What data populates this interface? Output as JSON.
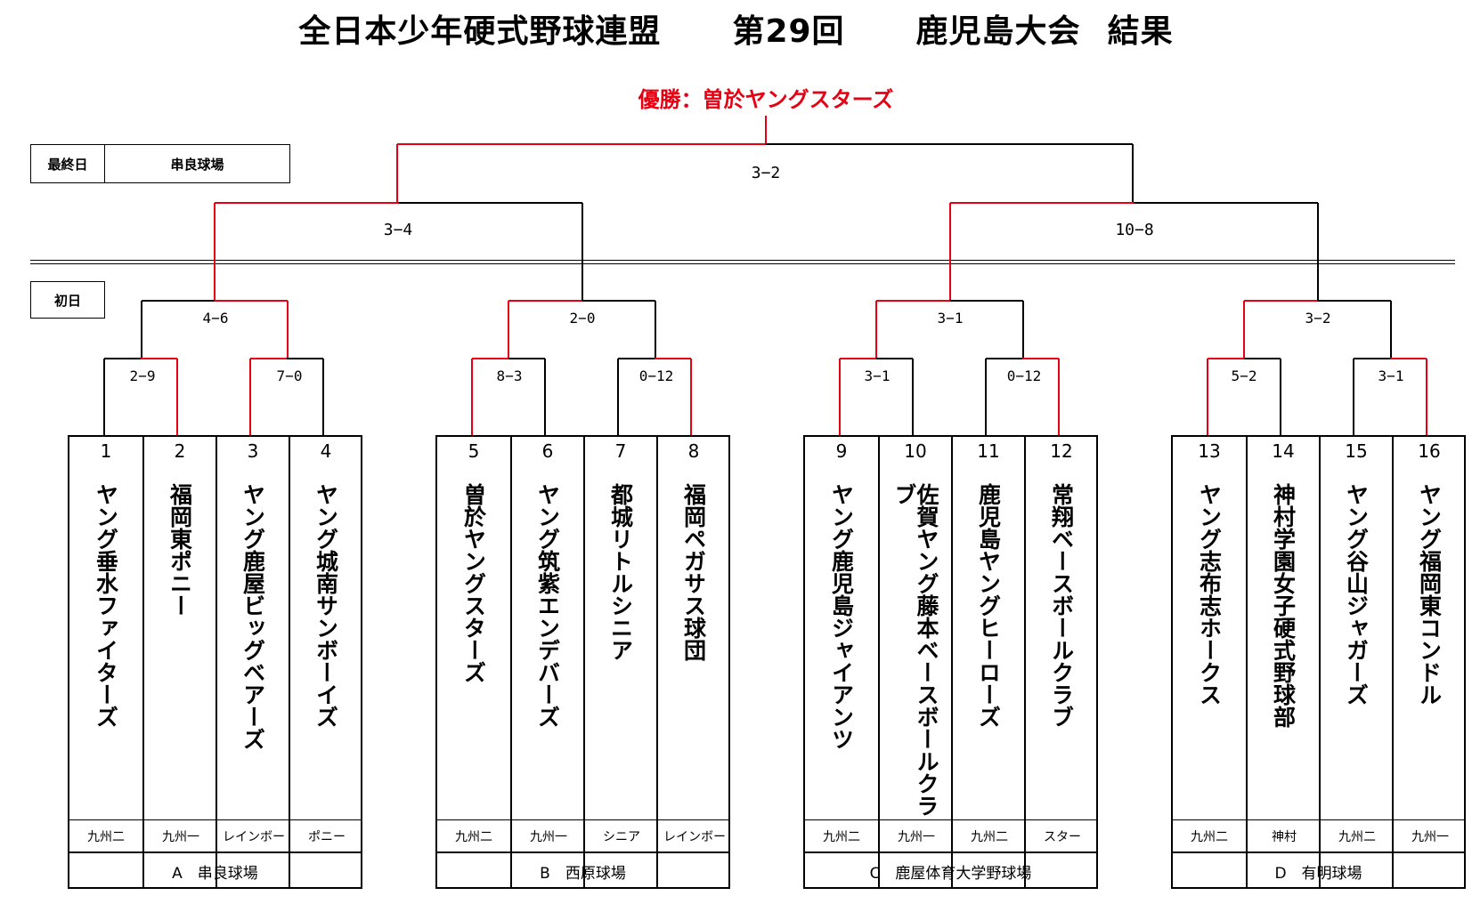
{
  "title": {
    "org": "全日本少年硬式野球連盟",
    "edition": "第29回",
    "event": "鹿児島大会",
    "suffix": "結果"
  },
  "champion": "優勝：曽於ヤングスターズ",
  "final_day": {
    "label": "最終日",
    "venue": "串良球場"
  },
  "first_day": {
    "label": "初日"
  },
  "scores": {
    "final": "3−2",
    "semi_left": "3−4",
    "semi_right": "10−8",
    "qf": [
      "4−6",
      "2−0",
      "3−1",
      "3−2"
    ],
    "r1": [
      "2−9",
      "7−0",
      "8−3",
      "0−12",
      "3−1",
      "0−12",
      "5−2",
      "3−1"
    ]
  },
  "groups": [
    {
      "venue": "A　串良球場",
      "teams": [
        {
          "num": "1",
          "name": "ヤング垂水ファイターズ",
          "assoc": "九州二"
        },
        {
          "num": "2",
          "name": "福岡東ポニー",
          "assoc": "九州一"
        },
        {
          "num": "3",
          "name": "ヤング鹿屋ビッグベアーズ",
          "assoc": "レインボー"
        },
        {
          "num": "4",
          "name": "ヤング城南サンボーイズ",
          "assoc": "ポニー"
        }
      ]
    },
    {
      "venue": "B　西原球場",
      "teams": [
        {
          "num": "5",
          "name": "曽於ヤングスターズ",
          "assoc": "九州二"
        },
        {
          "num": "6",
          "name": "ヤング筑紫エンデバーズ",
          "assoc": "九州一"
        },
        {
          "num": "7",
          "name": "都城リトルシニア",
          "assoc": "シニア"
        },
        {
          "num": "8",
          "name": "福岡ペガサス球団",
          "assoc": "レインボー"
        }
      ]
    },
    {
      "venue": "C　鹿屋体育大学野球場",
      "teams": [
        {
          "num": "9",
          "name": "ヤング鹿児島ジャイアンツ",
          "assoc": "九州二"
        },
        {
          "num": "10",
          "name": "佐賀ヤング藤本ベースボールクラブ",
          "assoc": "九州一"
        },
        {
          "num": "11",
          "name": "鹿児島ヤングヒーローズ",
          "assoc": "九州二"
        },
        {
          "num": "12",
          "name": "常翔ベースボールクラブ",
          "assoc": "スター"
        }
      ]
    },
    {
      "venue": "D　有明球場",
      "teams": [
        {
          "num": "13",
          "name": "ヤング志布志ホークス",
          "assoc": "九州二"
        },
        {
          "num": "14",
          "name": "神村学園女子硬式野球部",
          "assoc": "神村"
        },
        {
          "num": "15",
          "name": "ヤング谷山ジャガーズ",
          "assoc": "九州二"
        },
        {
          "num": "16",
          "name": "ヤング福岡東コンドル",
          "assoc": "九州一"
        }
      ]
    }
  ],
  "colors": {
    "winner_line": "#e60012",
    "loser_line": "#000000",
    "champion_text": "#e60012"
  }
}
